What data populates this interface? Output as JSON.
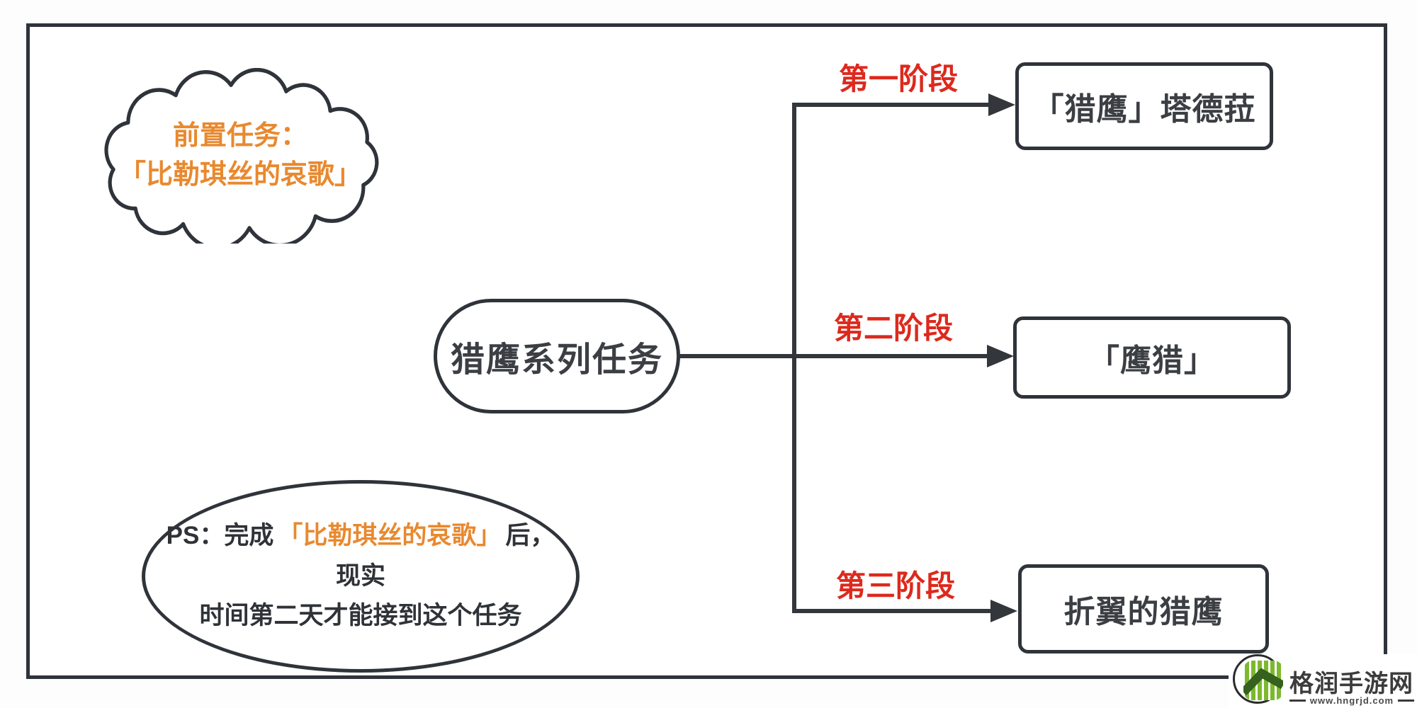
{
  "diagram": {
    "prerequisite_cloud": {
      "line1": "前置任务：",
      "line2": "「比勒琪丝的哀歌」"
    },
    "root_node": {
      "label": "猎鹰系列任务"
    },
    "stages": [
      {
        "stage_label": "第一阶段",
        "quest": "「猎鹰」塔德菈"
      },
      {
        "stage_label": "第二阶段",
        "quest": "「鹰猎」"
      },
      {
        "stage_label": "第三阶段",
        "quest": "折翼的猎鹰"
      }
    ],
    "ps_note": {
      "prefix": "PS：完成",
      "highlight": "「比勒琪丝的哀歌」",
      "suffix": "后，现实",
      "line2": "时间第二天才能接到这个任务"
    }
  },
  "watermark": {
    "site_name": "格润手游网",
    "site_url": "www.hngrjd.com"
  },
  "colors": {
    "accent_orange": "#E8892F",
    "stage_red": "#DD291D",
    "stroke_dark": "#33373C",
    "logo_green": "#7CB92E",
    "logo_dark_green": "#35621D"
  }
}
